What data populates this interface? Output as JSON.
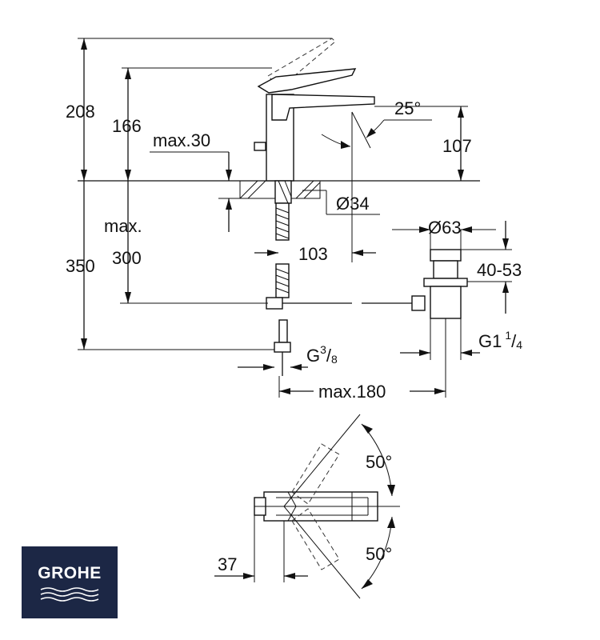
{
  "dimensions": {
    "d208": "208",
    "d166": "166",
    "max30": "max.30",
    "angle25": "25°",
    "d107": "107",
    "dia34": "Ø34",
    "max_word": "max.",
    "d300": "300",
    "d350": "350",
    "d103": "103",
    "dia63": "Ø63",
    "range40_53": "40-53",
    "g1_main": "G1",
    "g1_num": "1",
    "g1_den": "4",
    "g38_main": "G",
    "g38_num": "3",
    "g38_den": "8",
    "max180": "max.180",
    "angle50_top": "50°",
    "angle50_bottom": "50°",
    "d37": "37"
  },
  "logo": {
    "text": "GROHE",
    "background": "#1c2745",
    "foreground": "#ffffff"
  }
}
